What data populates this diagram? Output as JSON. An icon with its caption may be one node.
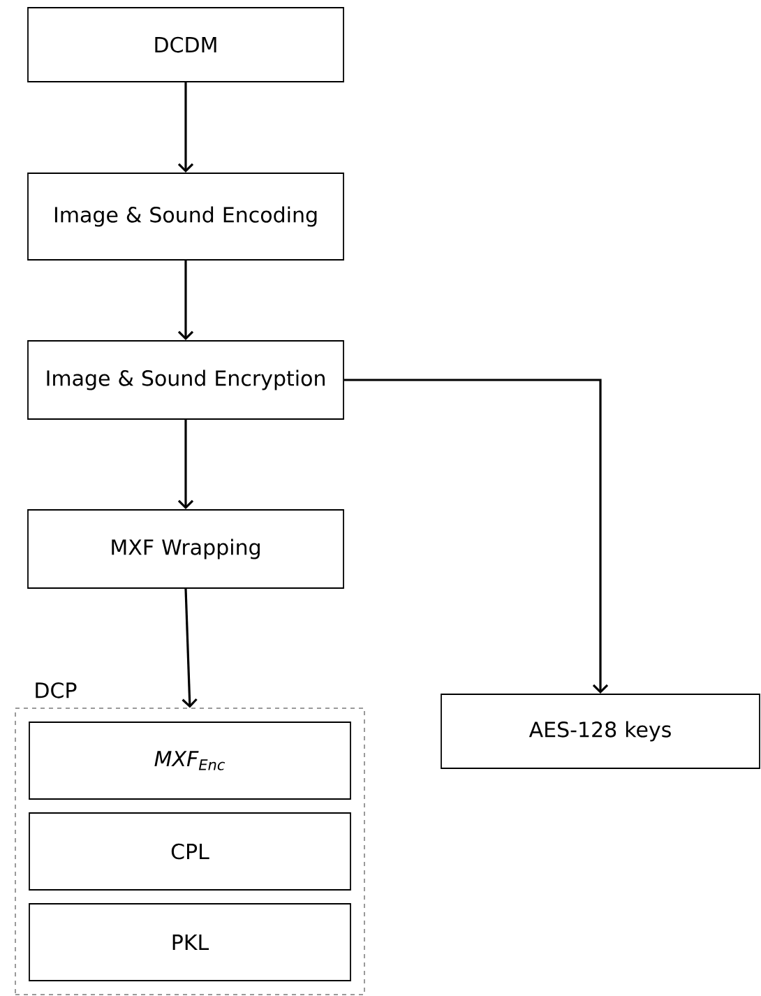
{
  "diagram": {
    "nodes": [
      {
        "text": [
          "DCDM"
        ]
      },
      {
        "text": [
          "Image & Sound Encoding"
        ]
      },
      {
        "text": [
          "Image & Sound Encryption"
        ]
      },
      {
        "text": [
          "MXF Wrapping"
        ]
      },
      {
        "text": [
          "DCP"
        ]
      },
      {
        "text": [
          "MXF$_{Enc}$"
        ],
        "in": 4
      },
      {
        "text": [
          "CPL"
        ],
        "in": 4
      },
      {
        "text": [
          "PKL"
        ],
        "in": 4
      },
      {
        "text": [
          "AES-128 keys"
        ]
      }
    ],
    "edges": [
      {
        "from": 0,
        "to": 1,
        "arrow": "to"
      },
      {
        "from": 1,
        "to": 2,
        "arrow": "to"
      },
      {
        "from": 2,
        "to": 3,
        "arrow": "to"
      },
      {
        "from": 3,
        "to": 4,
        "arrow": "to"
      },
      {
        "from": 2,
        "to": 8,
        "arrow": "to"
      }
    ]
  }
}
